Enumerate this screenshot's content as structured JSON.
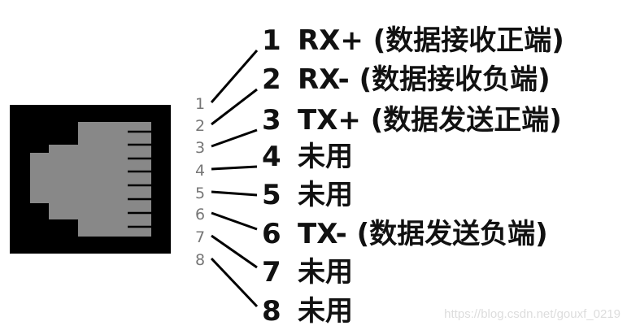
{
  "pins": [
    {
      "number": "1",
      "label": "RX+ (数据接收正端)"
    },
    {
      "number": "2",
      "label": "RX- (数据接收负端)"
    },
    {
      "number": "3",
      "label": "TX+ (数据发送正端)"
    },
    {
      "number": "4",
      "label": "未用"
    },
    {
      "number": "5",
      "label": "未用"
    },
    {
      "number": "6",
      "label": "TX- (数据发送负端)"
    },
    {
      "number": "7",
      "label": "未用"
    },
    {
      "number": "8",
      "label": "未用"
    }
  ],
  "watermark": "https://blog.csdn.net/gouxf_0219",
  "colors": {
    "jack_body": "#000000",
    "jack_socket": "#888888",
    "small_numbers": "#777777"
  }
}
